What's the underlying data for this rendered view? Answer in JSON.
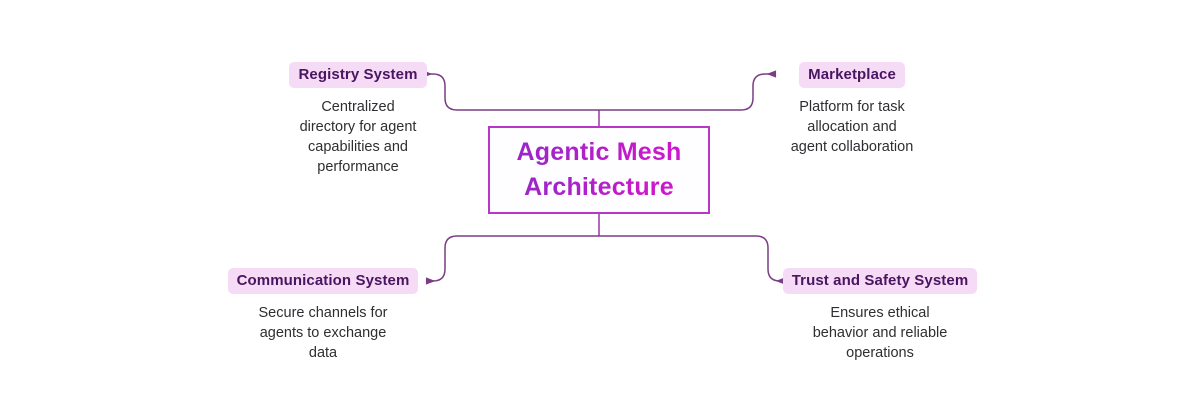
{
  "diagram": {
    "type": "mind-map",
    "background_color": "#ffffff",
    "accent_color": "#b836c8",
    "badge_background": "#f6dbf6",
    "badge_text_color": "#4a1560",
    "connector_color": "#a33fae",
    "description_color": "#2f2f33",
    "center": {
      "title_line_1": "Agentic Mesh",
      "title_line_2": "Architecture",
      "gradient_from": "#9a27c6",
      "gradient_to": "#cf17cd"
    },
    "branches": [
      {
        "id": "registry-system",
        "position": "top-left",
        "label": "Registry System",
        "description": "Centralized\ndirectory for agent\ncapabilities and\nperformance"
      },
      {
        "id": "marketplace",
        "position": "top-right",
        "label": "Marketplace",
        "description": "Platform for task\nallocation and\nagent collaboration"
      },
      {
        "id": "communication-system",
        "position": "bottom-left",
        "label": "Communication System",
        "description": "Secure channels for\nagents to exchange\ndata"
      },
      {
        "id": "trust-and-safety-system",
        "position": "bottom-right",
        "label": "Trust and Safety System",
        "description": "Ensures ethical\nbehavior and reliable\noperations"
      }
    ]
  }
}
